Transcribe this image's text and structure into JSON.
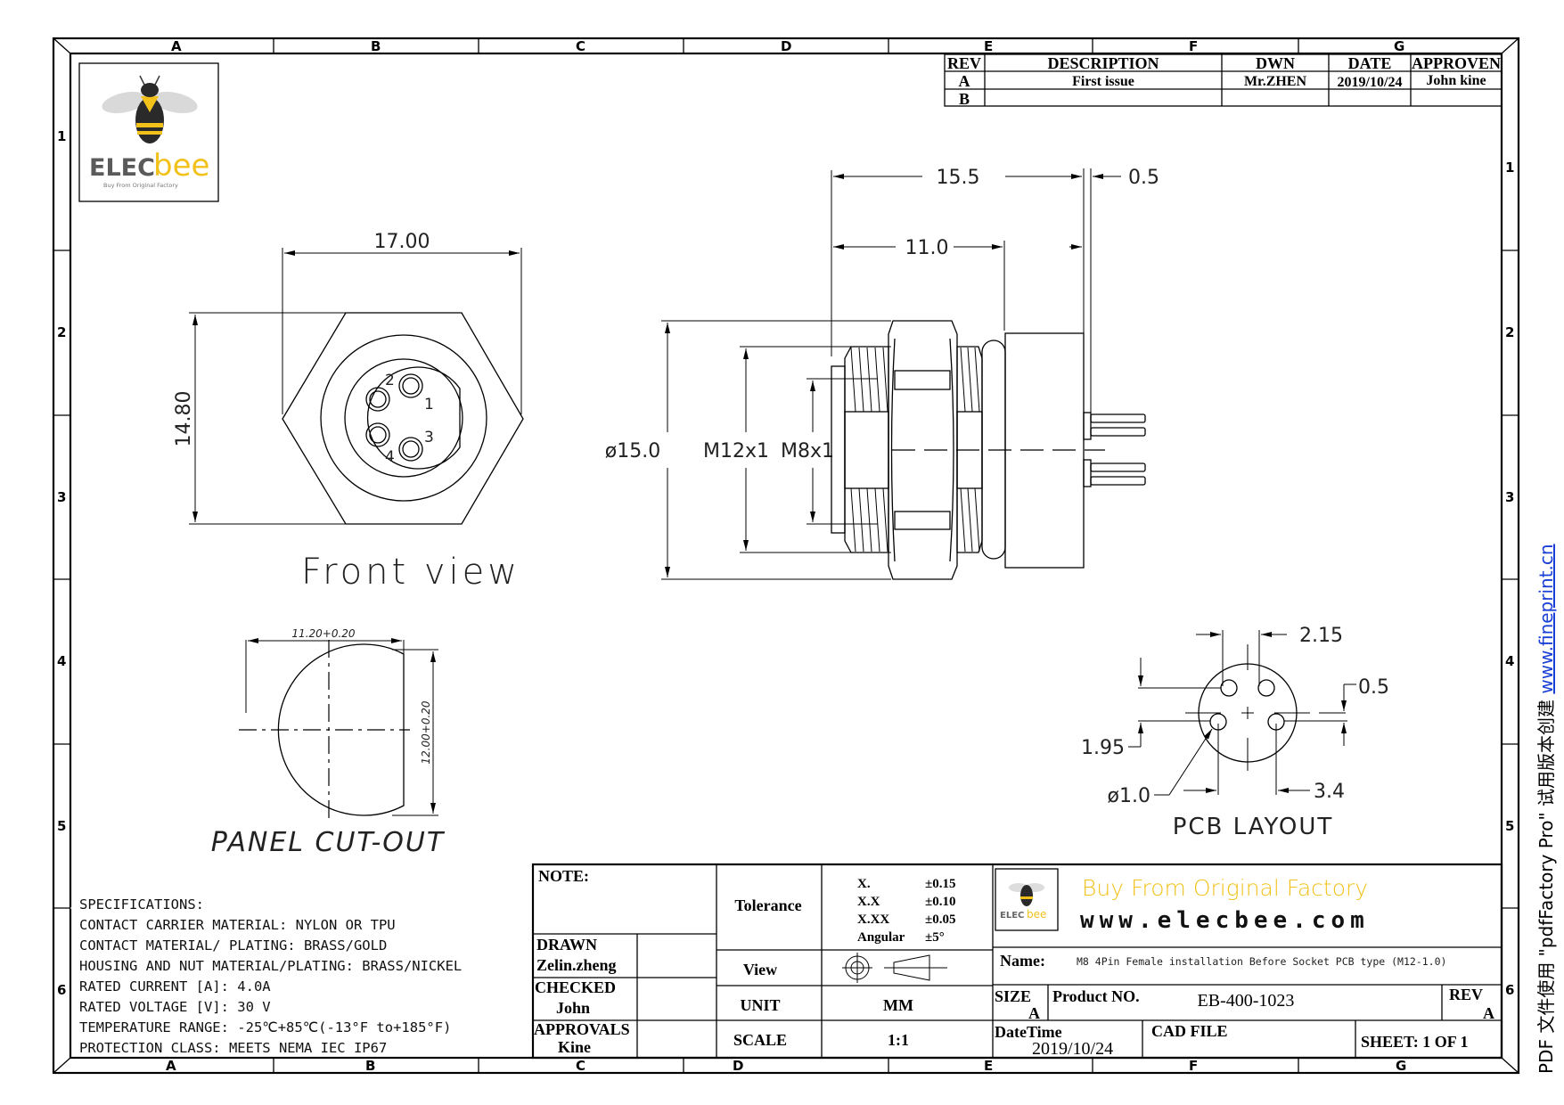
{
  "grid": {
    "columns": [
      "A",
      "B",
      "C",
      "D",
      "E",
      "F",
      "G"
    ],
    "rows": [
      "1",
      "2",
      "3",
      "4",
      "5",
      "6"
    ]
  },
  "logo": {
    "brand_a": "ELEC",
    "brand_b": "bee",
    "tagline": "Buy From Original Factory"
  },
  "revision_table": {
    "headers": [
      "REV",
      "DESCRIPTION",
      "DWN",
      "DATE",
      "APPROVEN"
    ],
    "rows": [
      [
        "A",
        "First issue",
        "Mr.ZHEN",
        "2019/10/24",
        "John kine"
      ],
      [
        "B",
        "",
        "",
        "",
        ""
      ]
    ]
  },
  "front_view": {
    "title": "Front view",
    "width_dim": "17.00",
    "height_dim": "14.80",
    "pins": [
      "1",
      "2",
      "3",
      "4"
    ]
  },
  "side_view": {
    "dim_overall": "15.5",
    "dim_body": "11.0",
    "dim_pin": "0.5",
    "dia_outer": "ø15.0",
    "thread_outer": "M12x1",
    "thread_inner": "M8x1"
  },
  "panel_cutout": {
    "title": "PANEL CUT-OUT",
    "width_dim": "11.20+0.20",
    "height_dim": "12.00+0.20"
  },
  "pcb_layout": {
    "title": "PCB LAYOUT",
    "dim_pitch_x": "2.15",
    "dim_offset": "0.5",
    "dim_pitch_y": "1.95",
    "dim_hole": "ø1.0",
    "dim_span": "3.4"
  },
  "specifications": [
    "SPECIFICATIONS:",
    "CONTACT CARRIER MATERIAL: NYLON OR TPU",
    "CONTACT MATERIAL/ PLATING: BRASS/GOLD",
    "HOUSING AND NUT MATERIAL/PLATING: BRASS/NICKEL",
    "RATED CURRENT [A]: 4.0A",
    "RATED VOLTAGE [V]: 30 V",
    "TEMPERATURE RANGE: -25℃+85℃(-13°F to+185°F)",
    "PROTECTION CLASS: MEETS NEMA IEC IP67"
  ],
  "title_block": {
    "note_label": "NOTE:",
    "drawn_label": "DRAWN",
    "drawn_value": "Zelin.zheng",
    "checked_label": "CHECKED",
    "checked_value": "John",
    "approvals_label": "APPROVALS",
    "approvals_value": "Kine",
    "tolerance_label": "Tolerance",
    "tolerances": [
      {
        "k": "X.",
        "v": "±0.15"
      },
      {
        "k": "X.X",
        "v": "±0.10"
      },
      {
        "k": "X.XX",
        "v": "±0.05"
      },
      {
        "k": "Angular",
        "v": "±5°"
      }
    ],
    "view_label": "View",
    "unit_label": "UNIT",
    "unit_value": "MM",
    "scale_label": "SCALE",
    "scale_value": "1:1",
    "slogan": "Buy From Original  Factory",
    "website": "www.elecbee.com",
    "name_label": "Name:",
    "name_value": "M8 4Pin Female installation Before Socket PCB type (M12-1.0)",
    "size_label": "SIZE",
    "size_value": "A",
    "product_label": "Product NO.",
    "product_value": "EB-400-1023",
    "rev_label": "REV",
    "rev_value": "A",
    "datetime_label": "DateTime",
    "datetime_value": "2019/10/24",
    "cad_label": "CAD FILE",
    "sheet": "SHEET: 1 OF 1"
  },
  "watermark": {
    "text": "PDF 文件使用 \"pdfFactory Pro\" 试用版本创建 ",
    "link": "www.fineprint.cn"
  },
  "colors": {
    "brand_yellow": "#f2c21b",
    "link": "#1a3fd6"
  }
}
